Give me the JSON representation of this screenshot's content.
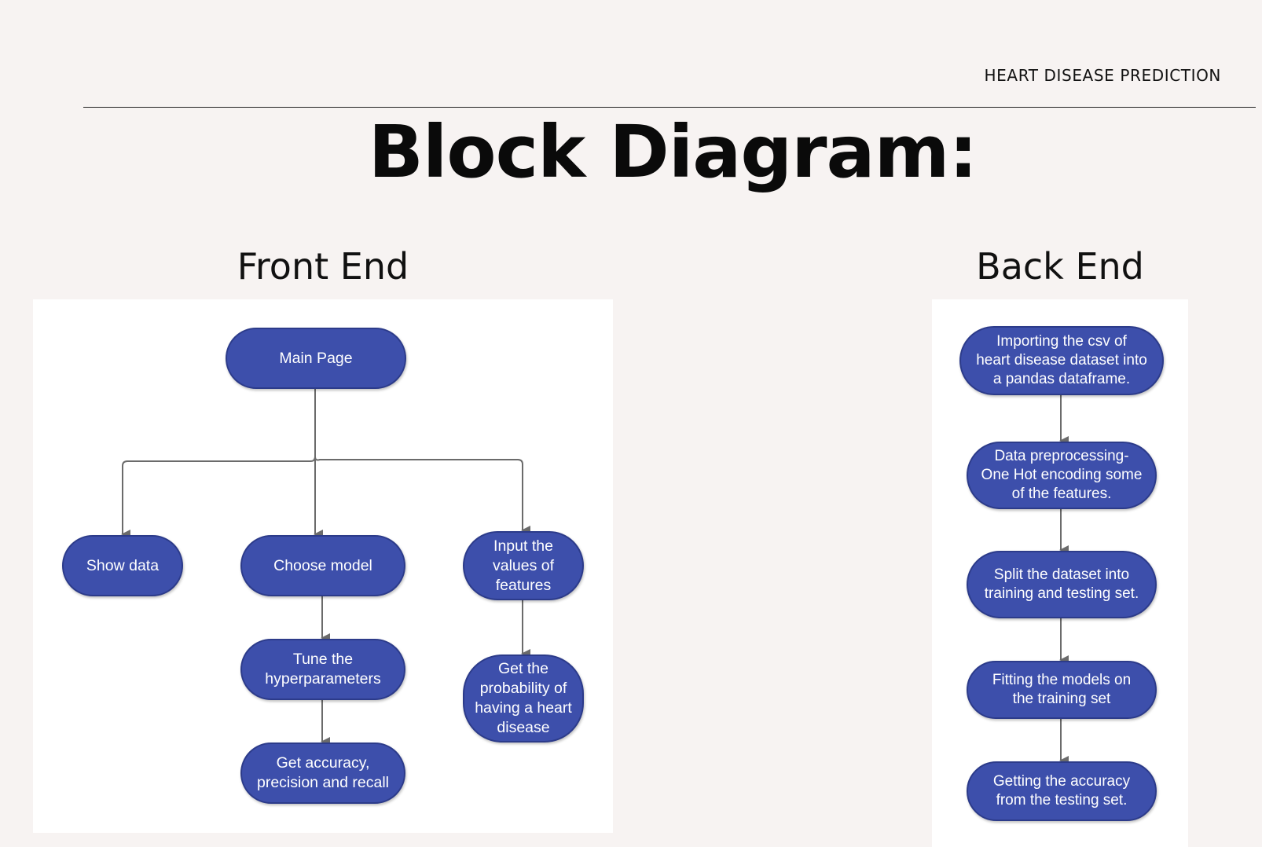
{
  "header": {
    "label": "HEART DISEASE PREDICTION"
  },
  "title": "Block Diagram:",
  "front_end": {
    "title": "Front End",
    "nodes": {
      "main": "Main Page",
      "show_data": "Show data",
      "choose_model": "Choose model",
      "input_values": "Input the\nvalues of\nfeatures",
      "tune": "Tune the\nhyperparameters",
      "accuracy": "Get accuracy,\nprecision and recall",
      "probability": "Get the\nprobability of\nhaving a heart\ndisease"
    }
  },
  "back_end": {
    "title": "Back End",
    "steps": [
      "Importing the csv of\nheart disease dataset into\na pandas dataframe.",
      "Data preprocessing-\nOne Hot encoding some\nof the features.",
      "Split the dataset into\ntraining and testing set.",
      "Fitting the models on\nthe training set",
      "Getting the accuracy\nfrom the testing set."
    ]
  },
  "colors": {
    "node_fill": "#3d4fab",
    "node_border": "#2c3b8a",
    "connector": "#6b6b6b",
    "background": "#f7f3f2",
    "panel": "#ffffff"
  }
}
